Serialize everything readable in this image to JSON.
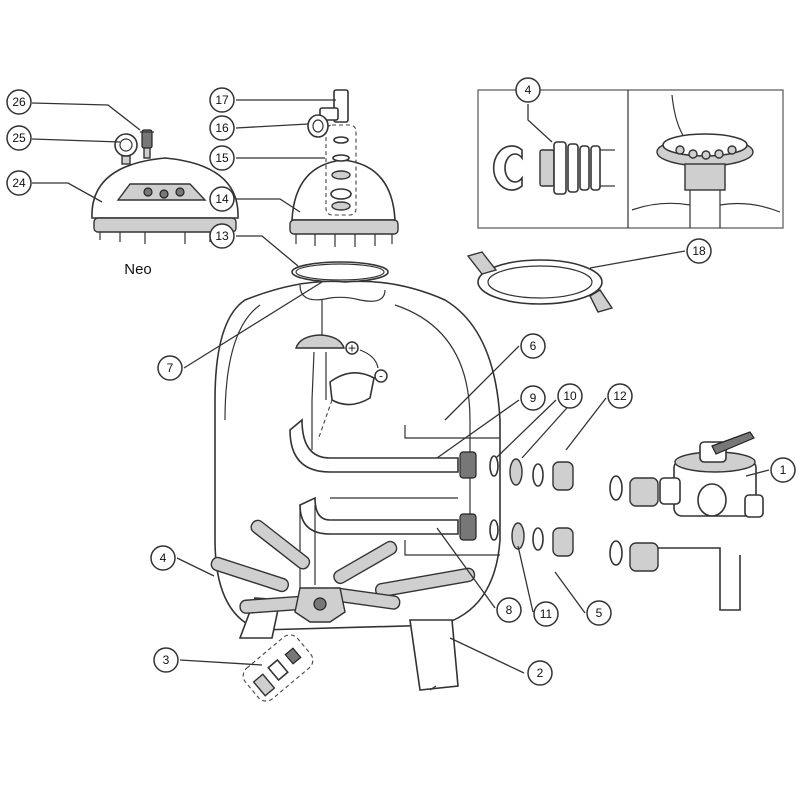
{
  "diagram": {
    "model_label": "Neo",
    "adjust_signs": {
      "plus": "+",
      "minus": "-"
    },
    "callouts": [
      {
        "id": "c26",
        "label": "26"
      },
      {
        "id": "c25",
        "label": "25"
      },
      {
        "id": "c24",
        "label": "24"
      },
      {
        "id": "c17",
        "label": "17"
      },
      {
        "id": "c16",
        "label": "16"
      },
      {
        "id": "c15",
        "label": "15"
      },
      {
        "id": "c14",
        "label": "14"
      },
      {
        "id": "c13",
        "label": "13"
      },
      {
        "id": "c7",
        "label": "7"
      },
      {
        "id": "c4-inset",
        "label": "4"
      },
      {
        "id": "c18",
        "label": "18"
      },
      {
        "id": "c6",
        "label": "6"
      },
      {
        "id": "c9",
        "label": "9"
      },
      {
        "id": "c10",
        "label": "10"
      },
      {
        "id": "c12",
        "label": "12"
      },
      {
        "id": "c1",
        "label": "1"
      },
      {
        "id": "c4",
        "label": "4"
      },
      {
        "id": "c8",
        "label": "8"
      },
      {
        "id": "c11",
        "label": "11"
      },
      {
        "id": "c5",
        "label": "5"
      },
      {
        "id": "c3",
        "label": "3"
      },
      {
        "id": "c2",
        "label": "2"
      }
    ]
  }
}
